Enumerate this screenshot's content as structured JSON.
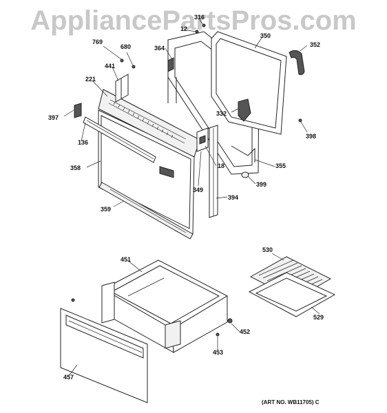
{
  "watermark": "AppliancePartsPros.com",
  "art_no": "(ART NO. WB11705) C",
  "callouts": {
    "c316": "316",
    "c12": "12",
    "c350": "350",
    "c769": "769",
    "c680": "680",
    "c364": "364",
    "c352": "352",
    "c441": "441",
    "c221": "221",
    "c397": "397",
    "c332": "332",
    "c136": "136",
    "c398": "398",
    "c358": "358",
    "c18": "18",
    "c355": "355",
    "c349": "349",
    "c399": "399",
    "c394": "394",
    "c359": "359",
    "c530": "530",
    "c451": "451",
    "c529": "529",
    "c452": "452",
    "c453": "453",
    "c457": "457"
  }
}
